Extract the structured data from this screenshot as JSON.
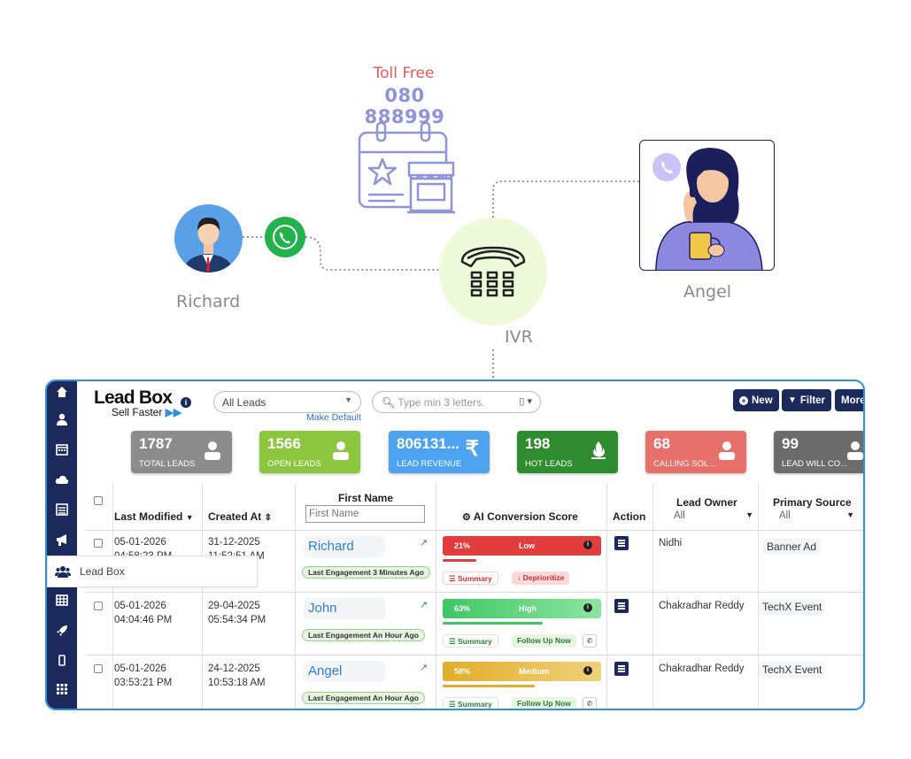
{
  "colors": {
    "rail": "#1b2a5a",
    "frame": "#2f8fe0",
    "stat_total": "#8c8c8c",
    "stat_open": "#8cc63f",
    "stat_revenue": "#4da3f0",
    "stat_hot": "#2e8b2e",
    "stat_calling": "#e8706b",
    "stat_will": "#6c6c6c",
    "score_low": "#e23c3c",
    "score_high": "#5fd07a",
    "score_medium": "#e7b83a"
  },
  "illustration": {
    "toll_free_label": "Toll Free",
    "toll_free_number": "080 888999",
    "caller_name": "Richard",
    "ivr_label": "IVR",
    "agent_name": "Angel"
  },
  "app": {
    "brand_name": "Lead Box",
    "brand_tagline": "Sell Faster",
    "rail_icons": [
      "home-icon",
      "user-icon",
      "calendar-icon",
      "cloud-icon",
      "list-icon",
      "megaphone-icon",
      "users-icon",
      "table-icon",
      "rocket-icon",
      "mobile-icon",
      "apps-icon"
    ],
    "flyout_label": "Lead Box",
    "leads_filter": "All Leads",
    "make_default": "Make Default",
    "search_placeholder": "Type min 3 letters.",
    "btn_new": "New",
    "btn_filter": "Filter",
    "btn_more": "More",
    "stats": [
      {
        "value": "1787",
        "label": "TOTAL LEADS",
        "icon": "user-icon"
      },
      {
        "value": "1566",
        "label": "OPEN LEADS",
        "icon": "user-icon"
      },
      {
        "value": "806131...",
        "label": "LEAD REVENUE",
        "icon": "rupee-icon"
      },
      {
        "value": "198",
        "label": "HOT LEADS",
        "icon": "flame-icon"
      },
      {
        "value": "68",
        "label": "CALLING SOL...",
        "icon": "user-icon"
      },
      {
        "value": "99",
        "label": "LEAD WILL CO...",
        "icon": "user-icon"
      }
    ],
    "table": {
      "headers": {
        "last_modified": "Last Modified",
        "created_at": "Created At",
        "first_name": "First Name",
        "first_name_placeholder": "First Name",
        "ai_score": "AI Conversion Score",
        "action": "Action",
        "lead_owner": "Lead Owner",
        "lead_owner_filter": "All",
        "primary_source": "Primary Source",
        "primary_source_filter": "All"
      },
      "rows": [
        {
          "modified_date": "05-01-2026",
          "modified_time": "04:58:23 PM",
          "created_date": "31-12-2025",
          "created_time": "11:52:51 AM",
          "name": "Richard",
          "engagement": "Last Engagement 3 Minutes Ago",
          "score_pct": "21%",
          "score_level": "Low",
          "score_value": 21,
          "btn1": "Summary",
          "btn2": "Deprioritize",
          "owner": "Nidhi",
          "source": "Banner Ad"
        },
        {
          "modified_date": "05-01-2026",
          "modified_time": "04:04:46 PM",
          "created_date": "29-04-2025",
          "created_time": "05:54:34 PM",
          "name": "John",
          "engagement": "Last Engagement An Hour Ago",
          "score_pct": "63%",
          "score_level": "High",
          "score_value": 63,
          "btn1": "Summary",
          "btn2": "Follow Up Now",
          "owner": "Chakradhar Reddy",
          "source": "TechX Event"
        },
        {
          "modified_date": "05-01-2026",
          "modified_time": "03:53:21 PM",
          "created_date": "24-12-2025",
          "created_time": "10:53:18 AM",
          "name": "Angel",
          "engagement": "Last Engagement An Hour Ago",
          "score_pct": "58%",
          "score_level": "Medium",
          "score_value": 58,
          "btn1": "Summary",
          "btn2": "Follow Up Now",
          "owner": "Chakradhar Reddy",
          "source": "TechX Event"
        }
      ]
    }
  }
}
